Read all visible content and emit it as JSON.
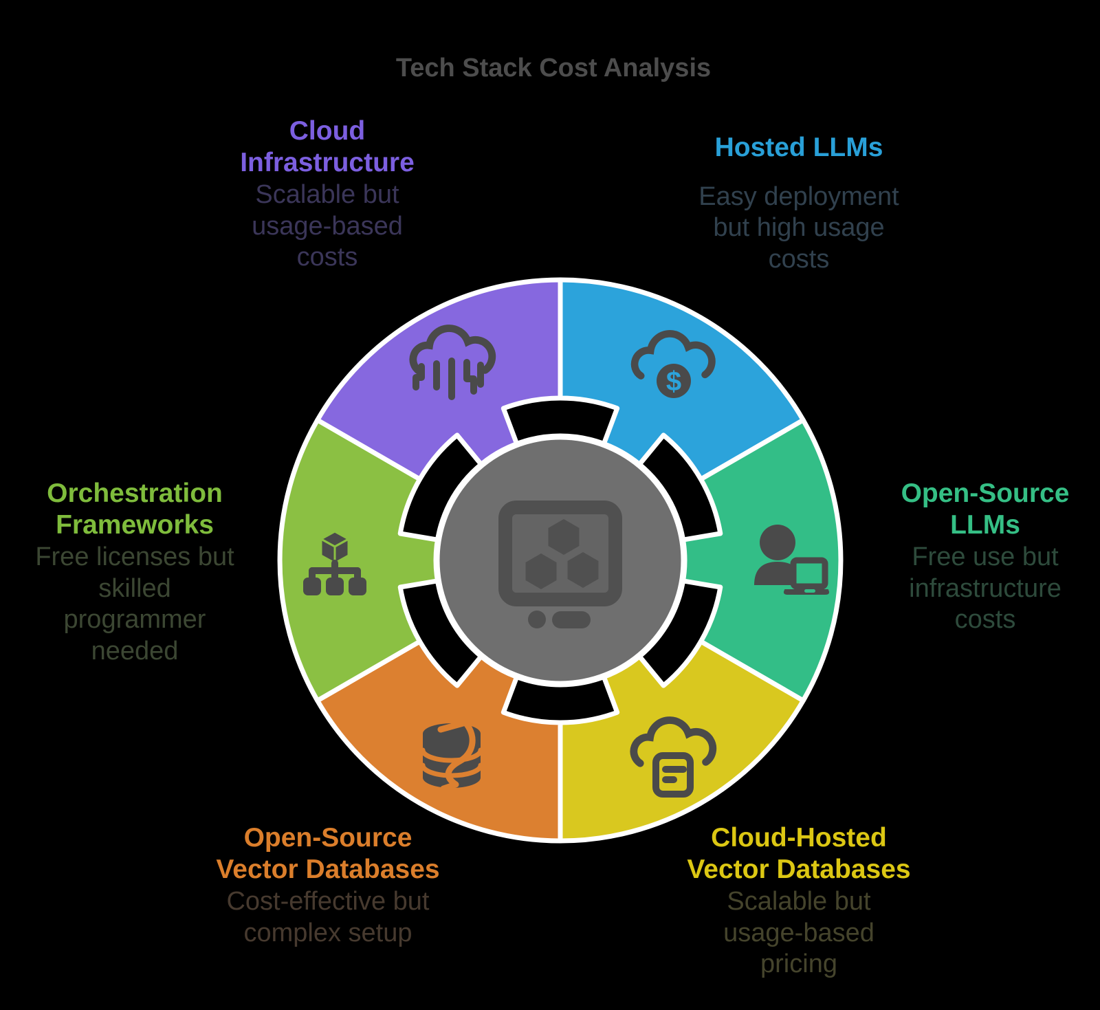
{
  "title": {
    "text": "Tech Stack Cost Analysis",
    "color": "#4D4D4D"
  },
  "background_color": "#000000",
  "icon_color": "#4A4A4A",
  "center": {
    "icon": "monitor-hexagons-icon",
    "fill": "#6F6F6F",
    "screen_fill": "#646464",
    "icon_color": "#505050"
  },
  "icons": {
    "dollar_glyph": "$"
  },
  "segments": [
    {
      "id": "cloud-infrastructure",
      "position": "top-left",
      "label": "Cloud\nInfrastructure",
      "description": "Scalable but\nusage-based\ncosts",
      "color": "#8668DF",
      "label_color": "#7C5FE0",
      "desc_color": "#3B3659",
      "icon": "cloud-circuit-icon"
    },
    {
      "id": "hosted-llms",
      "position": "top-right",
      "label": "Hosted LLMs",
      "description": "Easy deployment\nbut high usage\ncosts",
      "color": "#2CA3DB",
      "label_color": "#29A0D8",
      "desc_color": "#31414E",
      "icon": "cloud-dollar-icon"
    },
    {
      "id": "open-source-llms",
      "position": "right",
      "label": "Open-Source\nLLMs",
      "description": "Free use but\ninfrastructure\ncosts",
      "color": "#33BE87",
      "label_color": "#35BF85",
      "desc_color": "#2E4B3C",
      "icon": "person-laptop-icon"
    },
    {
      "id": "cloud-hosted-vector-databases",
      "position": "bottom-right",
      "label": "Cloud-Hosted\nVector Databases",
      "description": "Scalable but\nusage-based\npricing",
      "color": "#D9C81F",
      "label_color": "#DCC713",
      "desc_color": "#45442C",
      "icon": "cloud-document-icon"
    },
    {
      "id": "open-source-vector-databases",
      "position": "bottom-left",
      "label": "Open-Source\nVector Databases",
      "description": "Cost-effective but\ncomplex setup",
      "color": "#DC8030",
      "label_color": "#DB7E2B",
      "desc_color": "#473A2F",
      "icon": "database-sync-icon"
    },
    {
      "id": "orchestration-frameworks",
      "position": "left",
      "label": "Orchestration\nFrameworks",
      "description": "Free licenses but\nskilled\nprogrammer\nneeded",
      "color": "#8BC043",
      "label_color": "#7FBC3C",
      "desc_color": "#3C4733",
      "icon": "cube-network-icon"
    }
  ]
}
